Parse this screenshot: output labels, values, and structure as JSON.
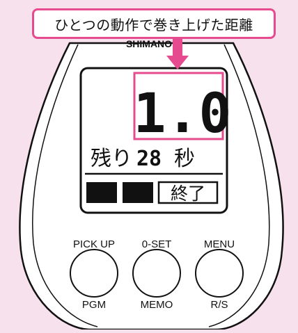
{
  "callout": {
    "text": "ひとつの動作で巻き上げた距離"
  },
  "device": {
    "brand": "SHIMANO"
  },
  "display": {
    "main_value": "1.0",
    "remaining_label": "残り",
    "remaining_seconds": "28",
    "seconds_unit": "秒",
    "status_label": "終了"
  },
  "buttons": [
    {
      "top_label": "PICK UP",
      "bottom_label": "PGM"
    },
    {
      "top_label": "0-SET",
      "bottom_label": "MEMO"
    },
    {
      "top_label": "MENU",
      "bottom_label": "R/S"
    }
  ],
  "colors": {
    "accent": "#e64a8f",
    "background": "#f7e1ec",
    "device_body": "#ffffff"
  }
}
